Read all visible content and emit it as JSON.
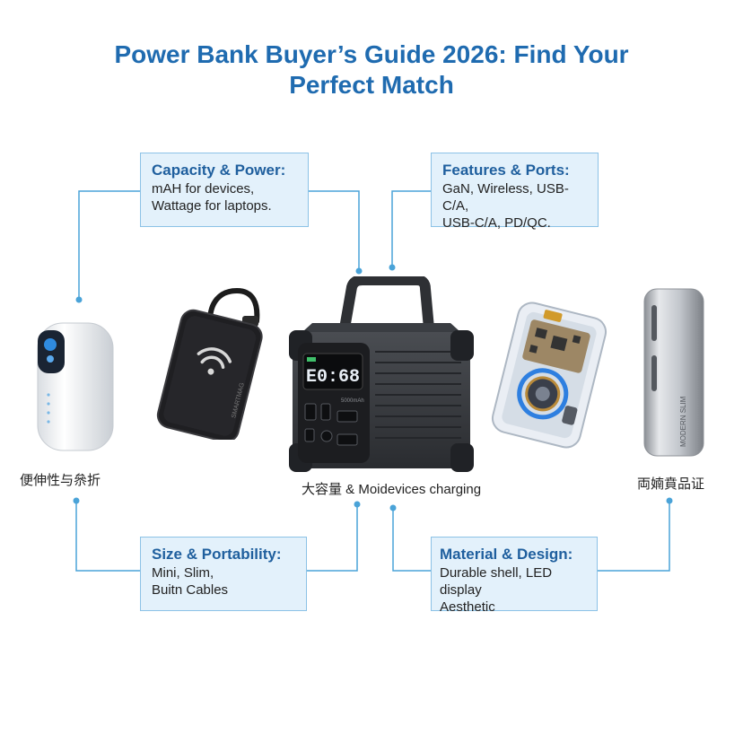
{
  "title": {
    "line1": "Power Bank Buyer’s Guide 2026: Find Your",
    "line2": "Perfect Match"
  },
  "boxes": {
    "capacity": {
      "heading": "Capacity & Power:",
      "lines": [
        "mAH for devices,",
        "Wattage for laptops."
      ]
    },
    "features": {
      "heading": "Features & Ports:",
      "lines": [
        "GaN, Wireless, USB-C/A,",
        "USB-C/A, PD/QC."
      ]
    },
    "size": {
      "heading": "Size & Portability:",
      "lines": [
        "Mini, Slim,",
        "Buitn Cables"
      ]
    },
    "material": {
      "heading": "Material & Design:",
      "lines": [
        "Durable shell, LED display",
        "Aesthetic"
      ]
    }
  },
  "captions": {
    "left": "便伸性与㕘折",
    "center": "大容量 & Moidevices charging",
    "right": "両婻賁品证"
  },
  "devices": {
    "station_display": "E0:68",
    "station_side_label": "5000mAh",
    "wireless_bank_side_text": "SMARTMAG",
    "slim_bank_text": "MODERN SLIM"
  },
  "icons": [
    "mini-power-bank-icon",
    "wireless-power-bank-icon",
    "power-station-icon",
    "transparent-power-bank-icon",
    "slim-power-bank-icon"
  ],
  "colors": {
    "title": "#1f6bb0",
    "box_fill": "#e3f1fb",
    "box_border": "#8cc2e6",
    "connector": "#4aa3d8"
  }
}
